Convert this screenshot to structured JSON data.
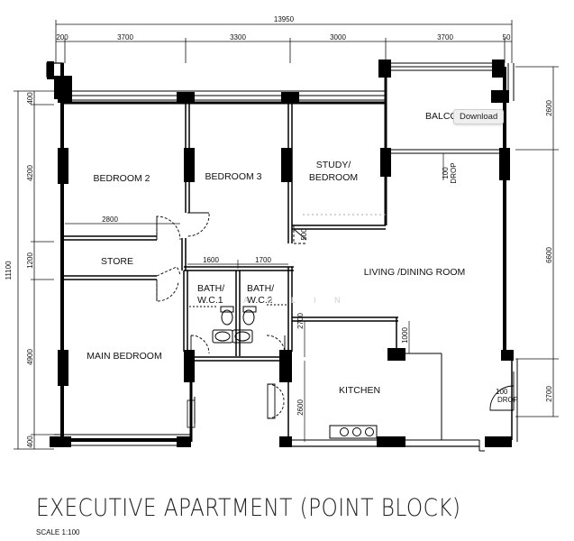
{
  "title": "EXECUTIVE APARTMENT (POINT BLOCK)",
  "scale": "SCALE 1:100",
  "tooltip": "Download",
  "watermark": "A U L I N",
  "dimensions": {
    "overall": "13950",
    "top": [
      "200",
      "3700",
      "3300",
      "3000",
      "3700",
      "50"
    ],
    "left_overall": "11100",
    "left": [
      "400",
      "4200",
      "1200",
      "4900",
      "400"
    ],
    "right": [
      "2600",
      "6600",
      "2700"
    ],
    "store_width": "2800",
    "bath1_width": "1600",
    "bath2_width": "1700",
    "kitchen_upper": "2700",
    "kitchen_lower": "2600",
    "kitchen_step": "1000",
    "drop_1": "100",
    "drop_2": "100",
    "study_500": "500"
  },
  "rooms": {
    "bedroom2": "BEDROOM 2",
    "bedroom3": "BEDROOM 3",
    "study_line1": "STUDY/",
    "study_line2": "BEDROOM",
    "balcony": "BALCO",
    "store": "STORE",
    "living": "LIVING /DINING ROOM",
    "bath1_line1": "BATH/",
    "bath1_line2": "W.C.1",
    "bath2_line1": "BATH/",
    "bath2_line2": "W.C.2",
    "main_bedroom": "MAIN BEDROOM",
    "kitchen": "KITCHEN"
  },
  "labels": {
    "drop": "DROP"
  }
}
